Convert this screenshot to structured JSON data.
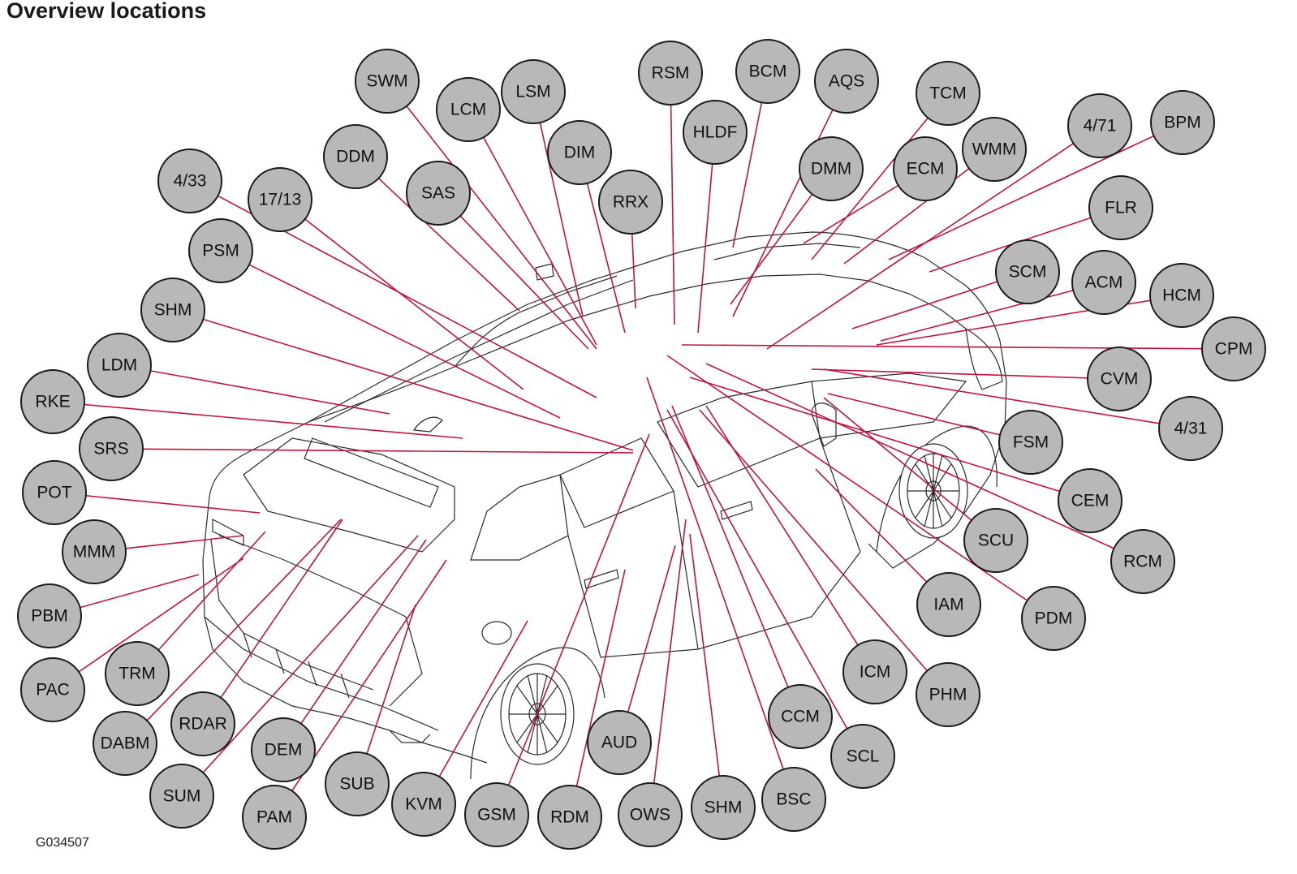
{
  "header": {
    "title": "Overview locations"
  },
  "footer": {
    "figure_id": "G034507"
  },
  "colors": {
    "leader_line": "#c0143c",
    "callout_fill": "#b8b8b8",
    "callout_stroke": "#1a1a1a"
  },
  "callouts": [
    "SWM",
    "LCM",
    "LSM",
    "RSM",
    "BCM",
    "AQS",
    "TCM",
    "DDM",
    "SAS",
    "DIM",
    "HLDF",
    "DMM",
    "ECM",
    "WMM",
    "4/71",
    "BPM",
    "4/33",
    "17/13",
    "RRX",
    "FLR",
    "PSM",
    "SCM",
    "ACM",
    "HCM",
    "SHM",
    "CPM",
    "LDM",
    "CVM",
    "RKE",
    "4/31",
    "SRS",
    "FSM",
    "POT",
    "CEM",
    "SCU",
    "RCM",
    "MMM",
    "IAM",
    "PDM",
    "PBM",
    "TRM",
    "ICM",
    "PHM",
    "PAC",
    "CCM",
    "DABM",
    "RDAR",
    "SCL",
    "DEM",
    "AUD",
    "SUM",
    "SUB",
    "KVM",
    "GSM",
    "RDM",
    "OWS",
    "SHM",
    "BSC",
    "PAM"
  ]
}
